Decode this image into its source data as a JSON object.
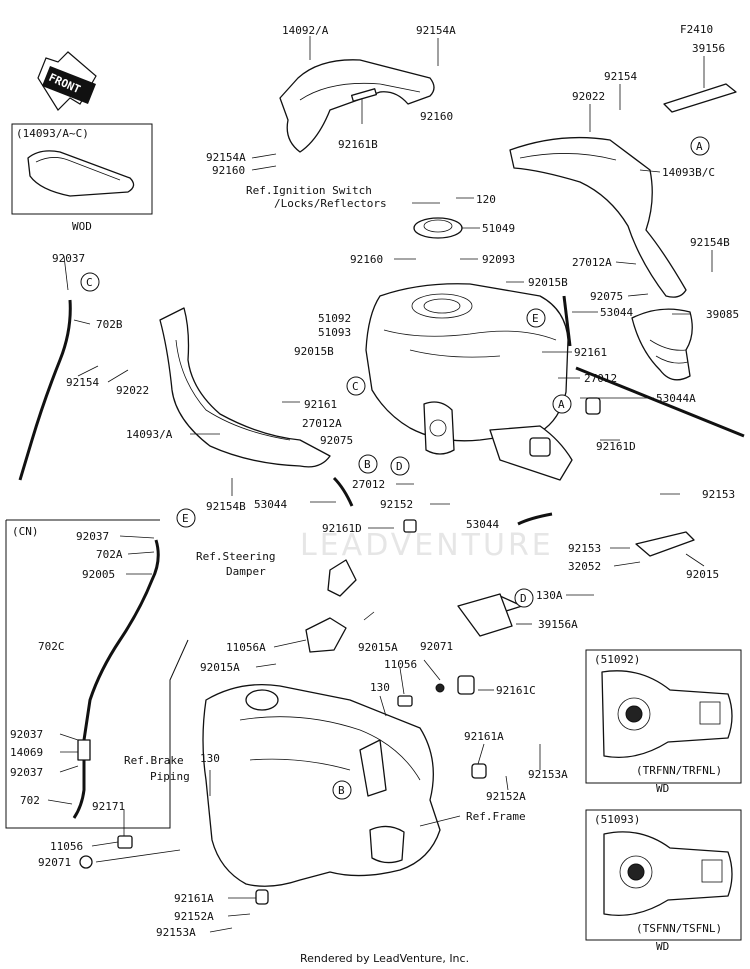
{
  "diagram_code": "F2410",
  "front_label": "FRONT",
  "footer": "Rendered by LeadVenture, Inc.",
  "watermark": "LEADVENTURE",
  "boxes": {
    "wod_box": {
      "title": "(14093/A~C)",
      "caption": "WOD"
    },
    "cn_box": {
      "title": "(CN)"
    },
    "b51092": {
      "title": "(51092)",
      "variant": "(TRFNN/TRFNL)",
      "caption": "WD"
    },
    "b51093": {
      "title": "(51093)",
      "variant": "(TSFNN/TSFNL)",
      "caption": "WD"
    }
  },
  "refs": {
    "ignition_1": "Ref.Ignition Switch",
    "ignition_2": "/Locks/Reflectors",
    "steering_1": "Ref.Steering",
    "steering_2": "Damper",
    "brake_1": "Ref.Brake",
    "brake_2": "Piping",
    "frame": "Ref.Frame"
  },
  "callouts": {
    "A": "A",
    "B": "B",
    "C": "C",
    "D": "D",
    "E": "E"
  },
  "part_labels": {
    "p14092A": "14092/A",
    "p92154A_top": "92154A",
    "p92160_top": "92160",
    "p92161B": "92161B",
    "p92154A_l": "92154A",
    "p92160_l": "92160",
    "p39156": "39156",
    "p92154_r": "92154",
    "p92022_r": "92022",
    "p14093BC": "14093B/C",
    "p92154B_r": "92154B",
    "p27012A_r": "27012A",
    "p92075_r": "92075",
    "p39085": "39085",
    "p120": "120",
    "p51049": "51049",
    "p92160_m": "92160",
    "p92093": "92093",
    "p92015B_r": "92015B",
    "p53044_r": "53044",
    "p51092": "51092",
    "p51093": "51093",
    "p92015B_l": "92015B",
    "p92161_r": "92161",
    "p27012_r": "27012",
    "p53044A": "53044A",
    "p92161_l": "92161",
    "p27012A_l": "27012A",
    "p92075_l": "92075",
    "p14093A": "14093/A",
    "p92154B_l": "92154B",
    "p92161D_r": "92161D",
    "p27012_m": "27012",
    "p92152_m": "92152",
    "p53044_l": "53044",
    "p53044_m": "53044",
    "p92161D_m": "92161D",
    "p92153_r": "92153",
    "p92153_m": "92153",
    "p32052": "32052",
    "p92015_r": "92015",
    "p130A": "130A",
    "p39156A": "39156A",
    "p92037_l": "92037",
    "p702B": "702B",
    "p92022_l": "92022",
    "p92154_l": "92154",
    "p92037_cn1": "92037",
    "p702A_cn": "702A",
    "p92005_cn": "92005",
    "p702C_cn": "702C",
    "p92037_cn2": "92037",
    "p14069_cn": "14069",
    "p92037_cn3": "92037",
    "p702_cn": "702",
    "p11056A": "11056A",
    "p92015A_l": "92015A",
    "p92015A_r": "92015A",
    "p92071_t": "92071",
    "p11056_t": "11056",
    "p130_t": "130",
    "p92161C": "92161C",
    "p92161A_r": "92161A",
    "p92153A_r": "92153A",
    "p92152A_r": "92152A",
    "p92171": "92171",
    "p130_l": "130",
    "p11056_l": "11056",
    "p92071_l": "92071",
    "p92161A_b": "92161A",
    "p92152A_b": "92152A",
    "p92153A_b": "92153A"
  }
}
